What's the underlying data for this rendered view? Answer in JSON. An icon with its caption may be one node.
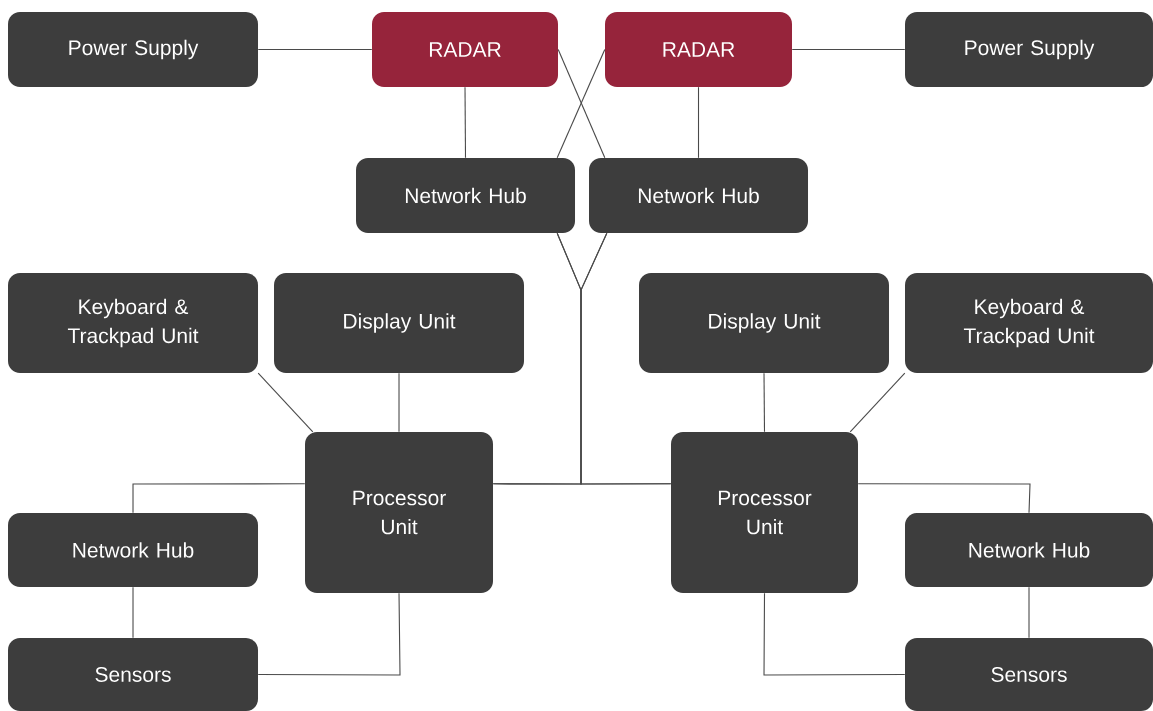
{
  "diagram": {
    "nodes": [
      {
        "text": [
          "Power Supply"
        ]
      },
      {
        "text": [
          "RADAR"
        ]
      },
      {
        "text": [
          "RADAR"
        ]
      },
      {
        "text": [
          "Power Supply"
        ]
      },
      {
        "text": [
          "Network Hub"
        ]
      },
      {
        "text": [
          "Network Hub"
        ]
      },
      {
        "text": [
          "Keyboard & Trackpad Unit"
        ]
      },
      {
        "text": [
          "Display Unit"
        ]
      },
      {
        "text": [
          "Display Unit"
        ]
      },
      {
        "text": [
          "Keyboard & Trackpad Unit"
        ]
      },
      {
        "text": [
          "Processor Unit"
        ]
      },
      {
        "text": [
          "Processor Unit"
        ]
      },
      {
        "text": [
          "Network Hub"
        ]
      },
      {
        "text": [
          "Network Hub"
        ]
      },
      {
        "text": [
          "Sensors"
        ]
      },
      {
        "text": [
          "Sensors"
        ]
      }
    ],
    "edges": [
      {
        "from": 0,
        "to": 1,
        "arrow": "none"
      },
      {
        "from": 2,
        "to": 3,
        "arrow": "none"
      },
      {
        "from": 1,
        "to": 4,
        "arrow": "none"
      },
      {
        "from": 2,
        "to": 5,
        "arrow": "none"
      },
      {
        "from": 1,
        "to": 5,
        "arrow": "none"
      },
      {
        "from": 2,
        "to": 4,
        "arrow": "none"
      },
      {
        "from": 4,
        "to": 10,
        "arrow": "none"
      },
      {
        "from": 4,
        "to": 11,
        "arrow": "none"
      },
      {
        "from": 5,
        "to": 10,
        "arrow": "none"
      },
      {
        "from": 5,
        "to": 11,
        "arrow": "none"
      },
      {
        "from": 6,
        "to": 10,
        "arrow": "none"
      },
      {
        "from": 7,
        "to": 10,
        "arrow": "none"
      },
      {
        "from": 10,
        "to": 12,
        "arrow": "none"
      },
      {
        "from": 12,
        "to": 14,
        "arrow": "none"
      },
      {
        "from": 10,
        "to": 14,
        "arrow": "none"
      },
      {
        "from": 9,
        "to": 11,
        "arrow": "none"
      },
      {
        "from": 8,
        "to": 11,
        "arrow": "none"
      },
      {
        "from": 11,
        "to": 13,
        "arrow": "none"
      },
      {
        "from": 13,
        "to": 15,
        "arrow": "none"
      },
      {
        "from": 11,
        "to": 15,
        "arrow": "none"
      }
    ]
  }
}
